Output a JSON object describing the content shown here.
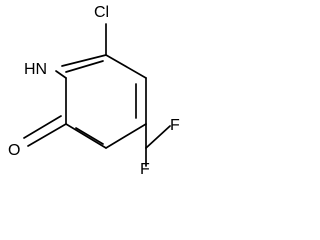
{
  "structure": {
    "atoms": {
      "chlorine": "Cl",
      "nitrogen_h": "HN",
      "oxygen": "O",
      "fluorine_top": "F",
      "fluorine_bottom": "F"
    }
  }
}
